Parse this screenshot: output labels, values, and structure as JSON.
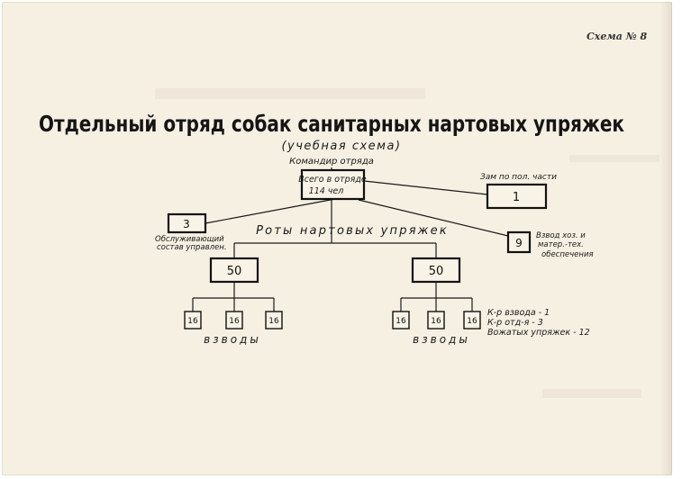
{
  "scheme_label": "Схема № 8",
  "title": "Отдельный отряд собак санитарных нартовых упряжек",
  "subtitle": "(учебная схема)",
  "commander": {
    "caption": "Командир отряда",
    "line1": "Всего в отряде",
    "line2": "114 чел"
  },
  "deputy": {
    "caption": "Зам по пол. части",
    "value": "1"
  },
  "management": {
    "value": "3",
    "caption1": "Обслуживающий",
    "caption2": "состав управлен."
  },
  "supply": {
    "value": "9",
    "caption1": "Взвод хоз. и",
    "caption2": "матер.-тех.",
    "caption3": "обеспечения"
  },
  "companies_label": "Роты нартовых упряжек",
  "company_left": {
    "value": "50",
    "platoons": [
      "16",
      "16",
      "16"
    ],
    "label": "взводы"
  },
  "company_right": {
    "value": "50",
    "platoons": [
      "16",
      "16",
      "16"
    ],
    "label": "взводы"
  },
  "platoon_note": {
    "line1": "К-р взвода - 1",
    "line2": "К-р отд-я - 3",
    "line3": "Вожатых упряжек - 12"
  }
}
